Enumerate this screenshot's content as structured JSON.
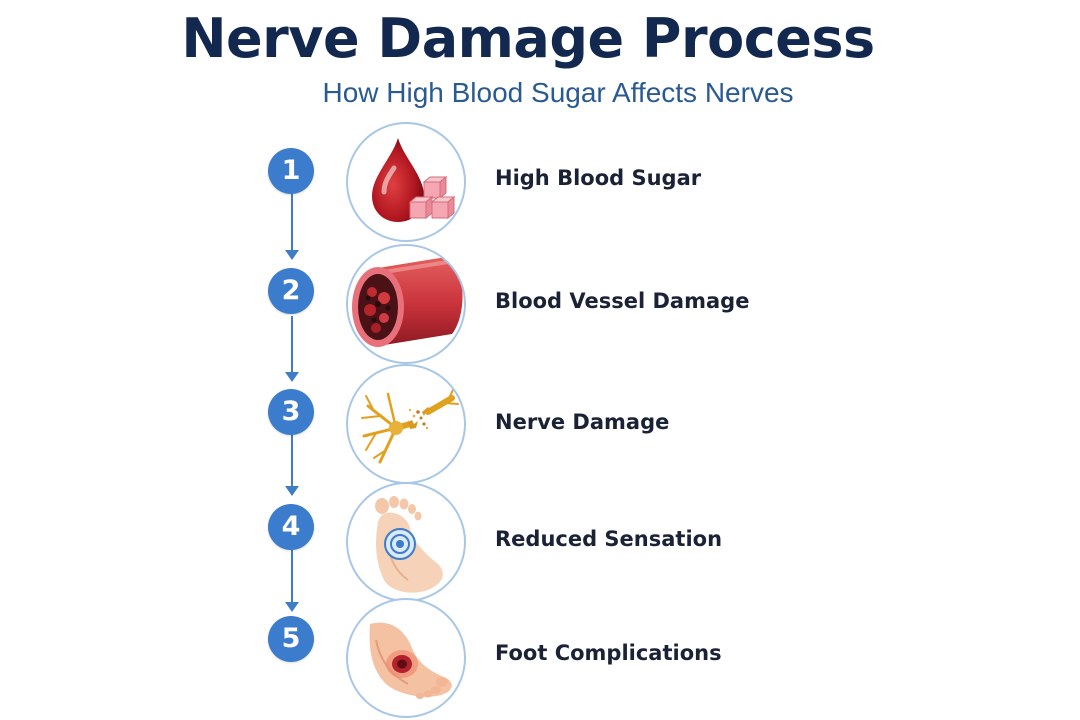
{
  "header": {
    "title": "Nerve Damage Process",
    "subtitle": "How High Blood Sugar Affects Nerves"
  },
  "steps": [
    {
      "number": "1",
      "label": "High Blood Sugar",
      "icon": "blood-drop-sugar-cubes-icon"
    },
    {
      "number": "2",
      "label": "Blood Vessel Damage",
      "icon": "blood-vessel-icon"
    },
    {
      "number": "3",
      "label": "Nerve Damage",
      "icon": "broken-nerve-icon"
    },
    {
      "number": "4",
      "label": "Reduced Sensation",
      "icon": "foot-sole-icon"
    },
    {
      "number": "5",
      "label": "Foot Complications",
      "icon": "foot-ulcer-icon"
    }
  ],
  "colors": {
    "title": "#13284f",
    "subtitle": "#2a5a92",
    "badge": "#3b7ccc",
    "connector": "#3f7ec4",
    "circle_border": "#a8c7e6",
    "label": "#1c2236"
  }
}
